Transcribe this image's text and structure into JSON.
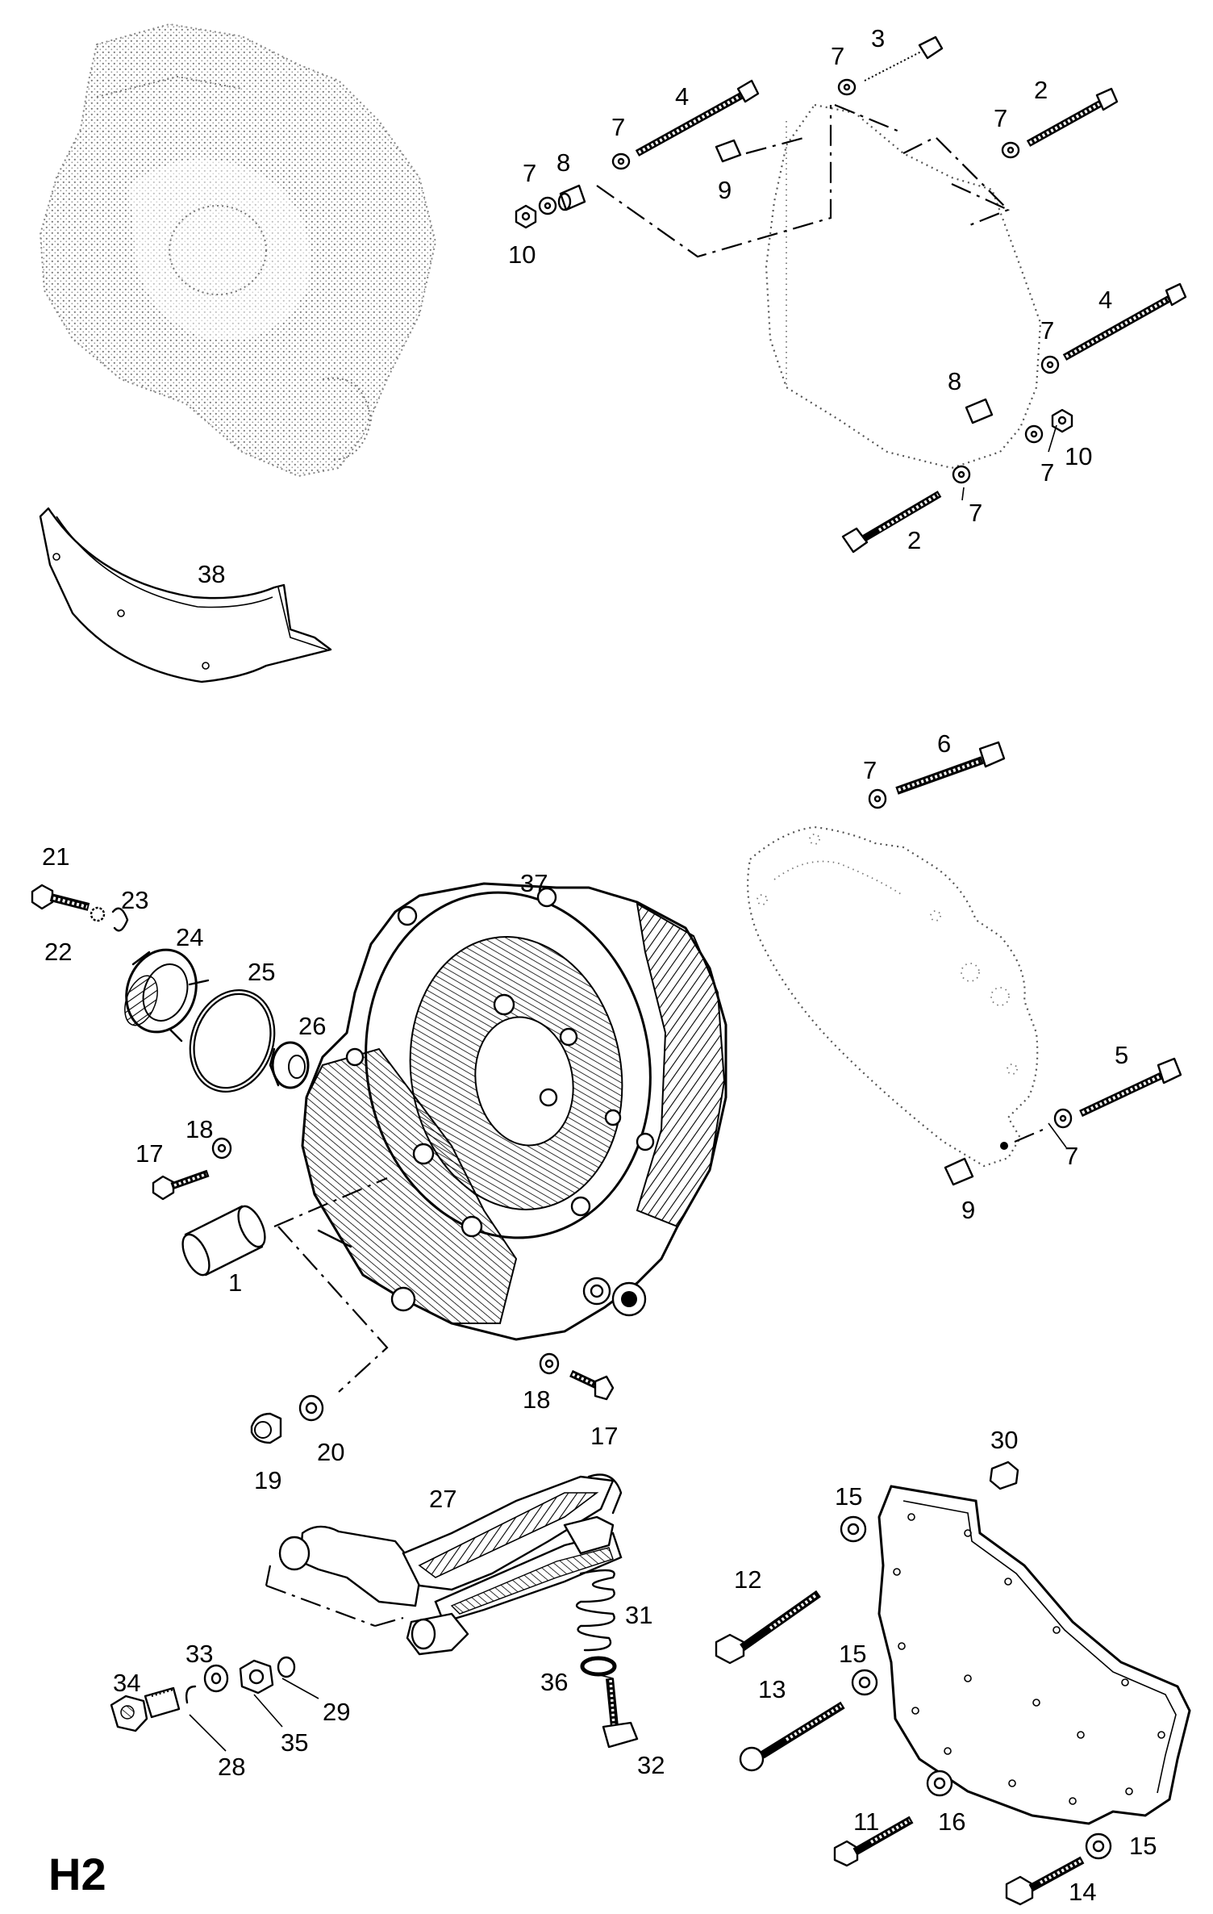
{
  "page_code": "H2",
  "callouts": {
    "c1": "1",
    "c2a": "2",
    "c2b": "2",
    "c3": "3",
    "c4a": "4",
    "c4b": "4",
    "c5": "5",
    "c6": "6",
    "c7a": "7",
    "c7b": "7",
    "c7c": "7",
    "c7d": "7",
    "c7e": "7",
    "c7f": "7",
    "c7g": "7",
    "c7h": "7",
    "c7i": "7",
    "c8a": "8",
    "c8b": "8",
    "c9a": "9",
    "c9b": "9",
    "c10a": "10",
    "c10b": "10",
    "c11": "11",
    "c12": "12",
    "c13": "13",
    "c14": "14",
    "c15a": "15",
    "c15b": "15",
    "c15c": "15",
    "c16": "16",
    "c17a": "17",
    "c17b": "17",
    "c18a": "18",
    "c18b": "18",
    "c19": "19",
    "c20": "20",
    "c21": "21",
    "c22": "22",
    "c23": "23",
    "c24": "24",
    "c25": "25",
    "c26": "26",
    "c27": "27",
    "c28": "28",
    "c29": "29",
    "c30": "30",
    "c31": "31",
    "c32": "32",
    "c33": "33",
    "c34": "34",
    "c35": "35",
    "c36": "36",
    "c37": "37",
    "c38": "38"
  }
}
